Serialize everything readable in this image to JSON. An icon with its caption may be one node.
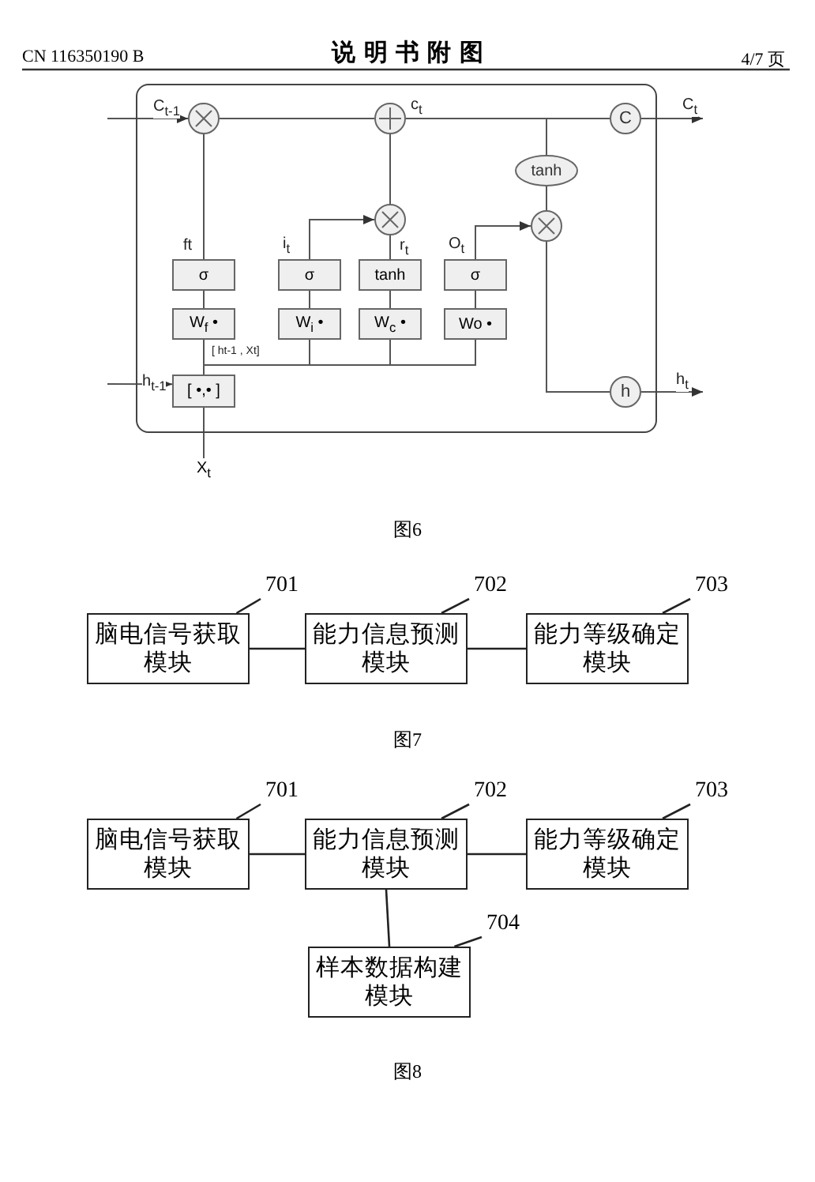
{
  "diagram": {
    "title": "说 明 书 附 图",
    "nodes": [
      {
        "text": [],
        "shape": "box"
      },
      {
        "text": [],
        "shape": "circle",
        "in": 0
      },
      {
        "text": [],
        "shape": "circle",
        "in": 0
      },
      {
        "text": [
          "C"
        ],
        "in": 0
      },
      {
        "text": [
          "tanh"
        ],
        "in": 0
      },
      {
        "text": [],
        "shape": "circle",
        "in": 0
      },
      {
        "text": [],
        "shape": "circle",
        "in": 0
      },
      {
        "text": [
          "σ"
        ],
        "in": 0
      },
      {
        "text": [
          "σ"
        ],
        "in": 0
      },
      {
        "text": [
          "tanh"
        ],
        "in": 0
      },
      {
        "text": [
          "σ"
        ],
        "in": 0
      },
      {
        "text": [
          "W$_{f}$ •"
        ],
        "in": 0
      },
      {
        "text": [
          "W$_{i}$ •"
        ],
        "in": 0
      },
      {
        "text": [
          "W$_{c}$ •"
        ],
        "in": 0
      },
      {
        "text": [
          "Wo •"
        ],
        "in": 0
      },
      {
        "text": [
          "[ •,• ]"
        ],
        "in": 0
      },
      {
        "text": [
          "h"
        ],
        "in": 0
      },
      {
        "text": [
          "X$_{t}$"
        ]
      },
      {
        "text": [
          "701"
        ]
      },
      {
        "text": [
          "702"
        ]
      },
      {
        "text": [
          "703"
        ]
      },
      {
        "text": [
          "脑电信号获取模块"
        ]
      },
      {
        "text": [
          "能力信息预测模块"
        ]
      },
      {
        "text": [
          "能力等级确定模块"
        ]
      },
      {
        "text": [
          "701"
        ]
      },
      {
        "text": [
          "702"
        ]
      },
      {
        "text": [
          "703"
        ]
      },
      {
        "text": [
          "脑电信号获取模块"
        ]
      },
      {
        "text": [
          "能力信息预测模块"
        ]
      },
      {
        "text": [
          "能力等级确定模块"
        ]
      },
      {
        "text": [
          "704"
        ]
      },
      {
        "text": [
          "样本数据构建模块"
        ]
      }
    ],
    "edges": [
      {
        "from": null,
        "to": 1,
        "arrow": "to",
        "label": "C$_{t-1}$"
      },
      {
        "from": 1,
        "to": 2,
        "arrow": "none"
      },
      {
        "from": 2,
        "to": 3,
        "arrow": "none",
        "label": "c$_{t}$"
      },
      {
        "from": 3,
        "to": null,
        "arrow": "to",
        "label": "C$_{t}$"
      },
      {
        "from": 7,
        "to": 1,
        "arrow": "none",
        "label": "ft"
      },
      {
        "from": 11,
        "to": 7,
        "arrow": "none"
      },
      {
        "from": 12,
        "to": 8,
        "arrow": "none"
      },
      {
        "from": 13,
        "to": 9,
        "arrow": "none"
      },
      {
        "from": 14,
        "to": 10,
        "arrow": "none"
      },
      {
        "from": 8,
        "to": 6,
        "arrow": "to",
        "label": "i$_{t}$"
      },
      {
        "from": 9,
        "to": 6,
        "arrow": "none",
        "label": "r$_{t}$"
      },
      {
        "from": 6,
        "to": 2,
        "arrow": "none"
      },
      {
        "from": 10,
        "to": 5,
        "arrow": "to",
        "label": "O$_{t}$"
      },
      {
        "from": 2,
        "to": 4,
        "arrow": "none"
      },
      {
        "from": 4,
        "to": 5,
        "arrow": "none"
      },
      {
        "from": 5,
        "to": 16,
        "arrow": "none"
      },
      {
        "from": 16,
        "to": null,
        "arrow": "to",
        "label": "h$_{t}$"
      },
      {
        "from": null,
        "to": 15,
        "arrow": "to",
        "label": "h$_{t-1}$"
      },
      {
        "from": 17,
        "to": 15,
        "arrow": "none"
      },
      {
        "from": 15,
        "to": 11,
        "arrow": "none"
      },
      {
        "from": 15,
        "to": 12,
        "arrow": "none",
        "label": "[ ht-1 , Xt]"
      },
      {
        "from": 15,
        "to": 13,
        "arrow": "none"
      },
      {
        "from": 15,
        "to": 14,
        "arrow": "none"
      },
      {
        "from": 21,
        "to": 22,
        "arrow": "none"
      },
      {
        "from": 22,
        "to": 23,
        "arrow": "none"
      },
      {
        "from": 18,
        "to": 21,
        "arrow": "none"
      },
      {
        "from": 19,
        "to": 22,
        "arrow": "none"
      },
      {
        "from": 20,
        "to": 23,
        "arrow": "none"
      },
      {
        "from": 27,
        "to": 28,
        "arrow": "none"
      },
      {
        "from": 28,
        "to": 29,
        "arrow": "none"
      },
      {
        "from": 28,
        "to": 31,
        "arrow": "none"
      },
      {
        "from": 24,
        "to": 27,
        "arrow": "none"
      },
      {
        "from": 25,
        "to": 28,
        "arrow": "none"
      },
      {
        "from": 26,
        "to": 29,
        "arrow": "none"
      },
      {
        "from": 30,
        "to": 31,
        "arrow": "none"
      }
    ],
    "labels": [
      "CN 116350190 B",
      "4/7 页",
      "图6",
      "图7",
      "图8"
    ]
  }
}
